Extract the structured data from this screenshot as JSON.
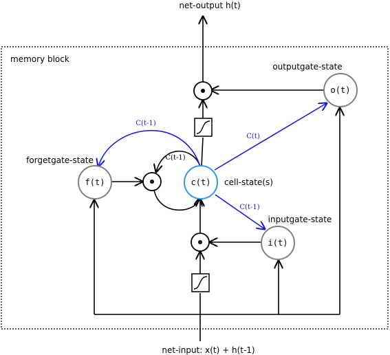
{
  "labels": {
    "net_output": "net-output h(t)",
    "net_input": "net-input: x(t) + h(t-1)",
    "memory_block": "memory block",
    "outputgate_state": "outputgate-state",
    "forgetgate_state": "forgetgate-state",
    "inputgate_state": "inputgate-state",
    "cell_state": "cell-state(s)"
  },
  "nodes": {
    "o": "o(t)",
    "f": "f(t)",
    "c": "c(t)",
    "i": "i(t)"
  },
  "edge_labels": {
    "c_to_f": "C(t-1)",
    "c_self_loop": "C(t-1)",
    "c_to_o": "C(t)",
    "c_to_i": "C(t-1)"
  },
  "colors": {
    "peephole": "#1a1adc",
    "cell_border": "#3399dd",
    "gate_border": "#808080",
    "line": "#000000"
  }
}
